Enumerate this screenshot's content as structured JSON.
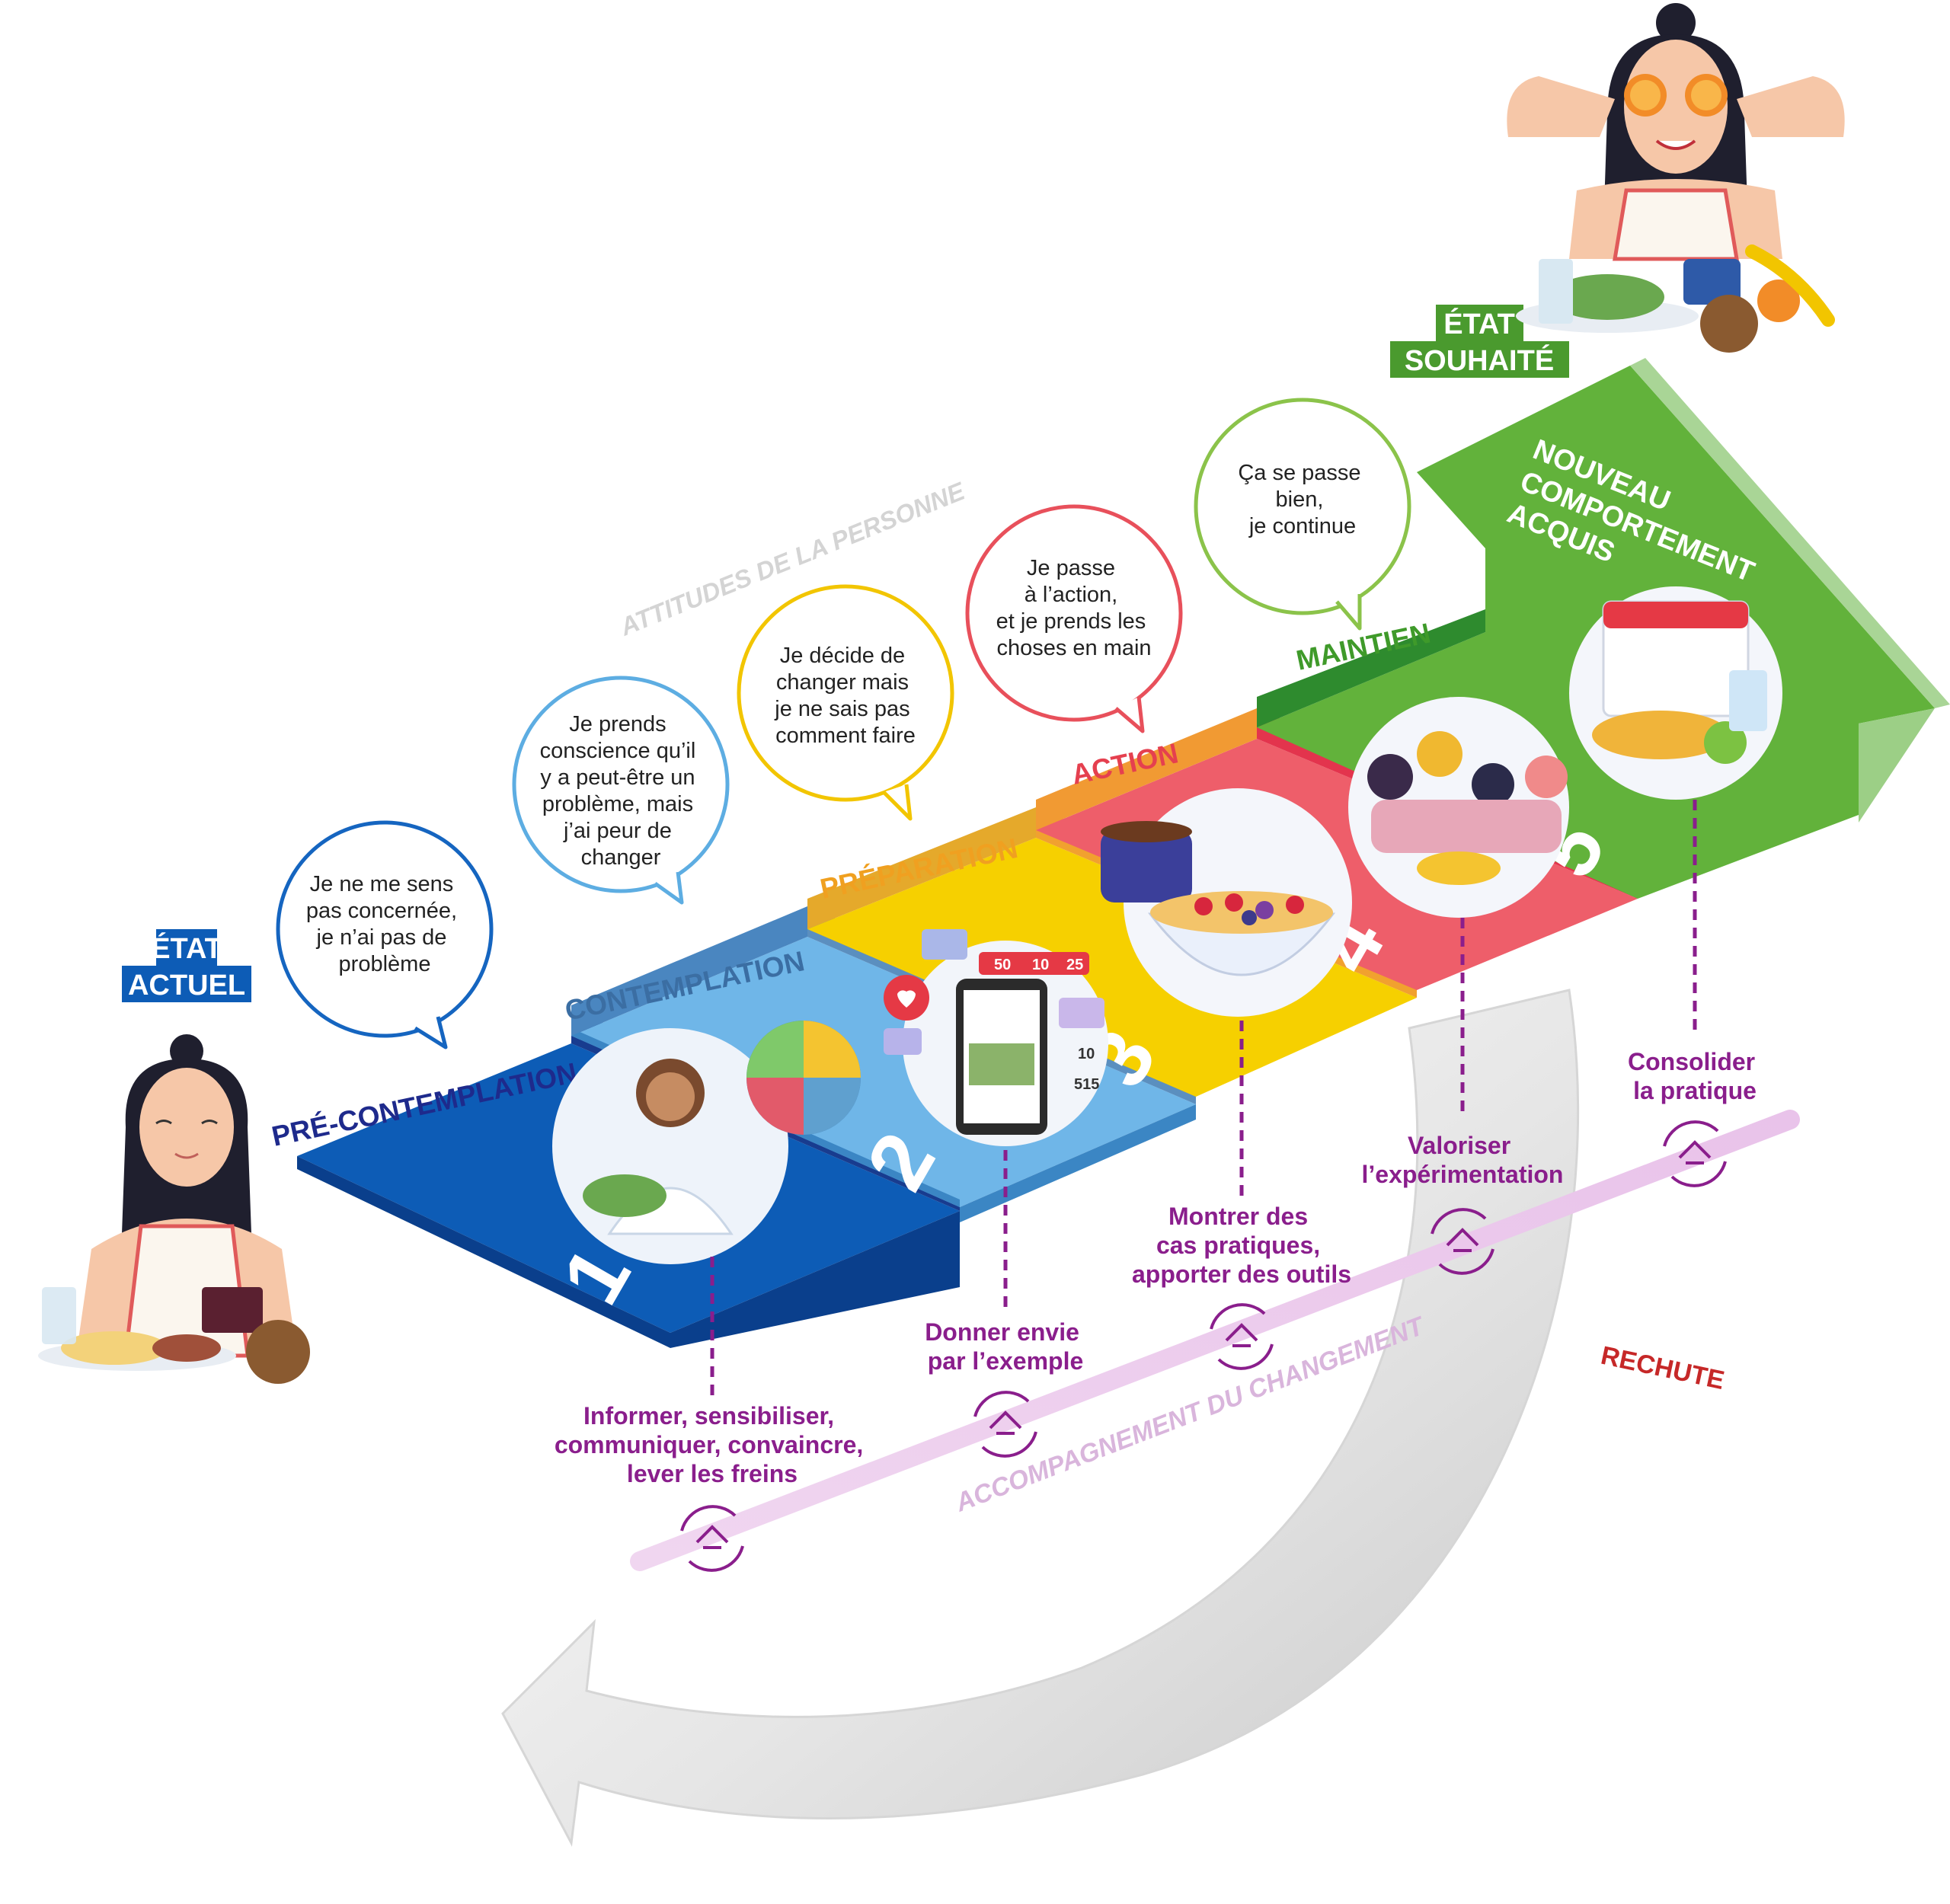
{
  "states": {
    "current": [
      "ÉTAT",
      "ACTUEL"
    ],
    "desired": [
      "ÉTAT",
      "SOUHAITÉ"
    ]
  },
  "axis_labels": {
    "attitudes": "ATTITUDES DE LA PERSONNE",
    "accompaniment": "ACCOMPAGNEMENT DU CHANGEMENT",
    "relapse": "RECHUTE"
  },
  "stages": [
    {
      "number": "1",
      "title": "PRÉ-CONTEMPLATION",
      "color": "#1565c0",
      "bubble": [
        "Je ne me sens",
        "pas concernée,",
        "je n’ai pas de",
        "problème"
      ],
      "action": [
        "Informer, sensibiliser,",
        "communiquer, convaincre,",
        "lever les freins"
      ]
    },
    {
      "number": "2",
      "title": "CONTEMPLATION",
      "color": "#5dade2",
      "bubble": [
        "Je prends",
        "conscience qu’il",
        "y a peut-être un",
        "problème, mais",
        "j’ai peur de",
        "changer"
      ],
      "action": [
        "Donner envie",
        "par l’exemple"
      ]
    },
    {
      "number": "3",
      "title": "PRÉPARATION",
      "color": "#f2c500",
      "bubble": [
        "Je décide de",
        "changer mais",
        "je ne sais pas",
        "comment faire"
      ],
      "action": [
        "Montrer des",
        "cas pratiques,",
        "apporter des outils"
      ]
    },
    {
      "number": "4",
      "title": "ACTION",
      "color": "#e8505b",
      "bubble": [
        "Je passe",
        "à l’action,",
        "et je prends les",
        "choses en main"
      ],
      "action": [
        "Valoriser",
        "l’expérimentation"
      ]
    },
    {
      "number": "5",
      "title": "MAINTIEN",
      "color": "#5aa832",
      "bubble": [
        "Ça se passe",
        "bien,",
        "je continue"
      ],
      "action": [
        "Consolider",
        "la pratique"
      ]
    }
  ],
  "goal": [
    "NOUVEAU",
    "COMPORTEMENT",
    "ACQUIS"
  ],
  "phone_stats": {
    "likes": "50",
    "followers": "10",
    "comments": "25",
    "side_likes": "10",
    "side_followers": "515"
  },
  "colors": {
    "blue_dark": "#0d47a1",
    "blue_light": "#5dade2",
    "yellow": "#f2c500",
    "red": "#e8505b",
    "green": "#5aa832",
    "purple": "#8a1e8c",
    "relapse": "#c62828"
  },
  "icons": [
    "hand-support-icon",
    "heart-icon",
    "calendar-icon",
    "phone-icon",
    "bowl-icon"
  ]
}
